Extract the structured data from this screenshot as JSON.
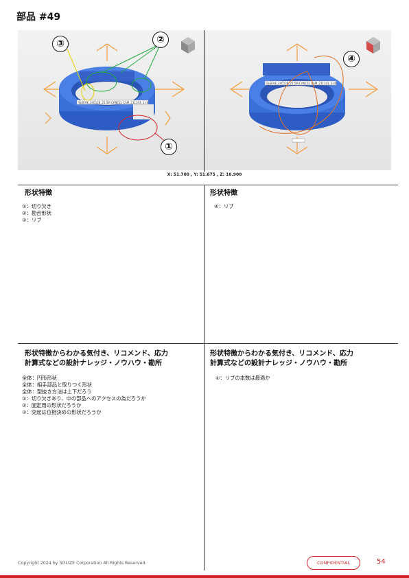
{
  "page": {
    "title": "部品 #49",
    "coords_readout": "X: 51.700 , Y: 51.675 , Z: 16.900",
    "footer_copyright": "Copyright 2024 by SOLIZE Corporation All Rights Reserved.",
    "confidential_label": "CONFIDENTIAL",
    "page_number": "54"
  },
  "views": {
    "left": {
      "callouts": [
        "①",
        "②",
        "③"
      ],
      "model_label": "SLEEVE_240128_25.5M CANCEL CAM_231103_3.stl"
    },
    "right": {
      "callouts": [
        "④"
      ],
      "model_label": "SLEEVE_240128_25.5M CANCEL CAM_231103_3.stl"
    }
  },
  "colors": {
    "accent_red": "#d2232a",
    "part_blue": "#3a6fd8",
    "guide_orange": "#f39a3a"
  },
  "sections": {
    "features_left": {
      "title": "形状特徴",
      "lines": [
        "①：切り欠き",
        "②：勘合形状",
        "③：リブ"
      ]
    },
    "features_right": {
      "title": "形状特徴",
      "lines": [
        "④：リブ"
      ]
    },
    "knowhow_left": {
      "title_line1": "形状特徴からわかる気付き、リコメンド、応力",
      "title_line2": "計算式などの設計ナレッジ・ノウハウ・勘所",
      "lines": [
        "全体：円形形状",
        "全体：相手部品と取りつく形状",
        "全体：型抜き方法は上下だろう",
        "①：切り欠きあり、中の部品へのアクセスの為だろうか",
        "②：固定用の形状だろうか",
        "③：突起は位相決めの形状だろうか"
      ]
    },
    "knowhow_right": {
      "title_line1": "形状特徴からわかる気付き、リコメンド、応力",
      "title_line2": "計算式などの設計ナレッジ・ノウハウ・勘所",
      "lines": [
        "④：リブの本数は最適か"
      ]
    }
  }
}
